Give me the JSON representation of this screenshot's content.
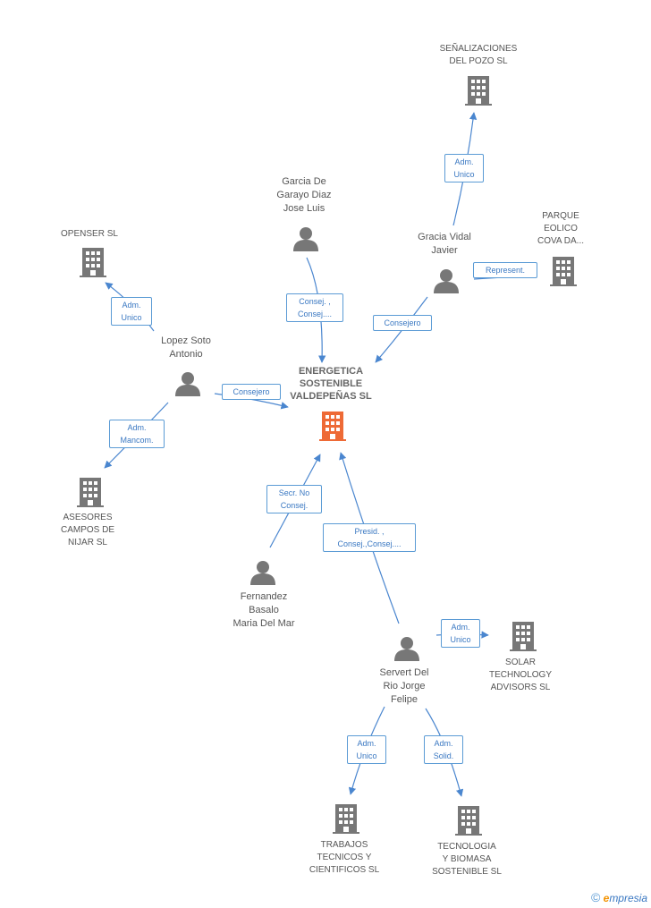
{
  "nodes": {
    "center": "ENERGETICA\nSOSTENIBLE\nVALDEPEÑAS SL",
    "senalizaciones": "SEÑALIZACIONES\nDEL POZO SL",
    "garcia_garayo": "Garcia De\nGarayo Diaz\nJose Luis",
    "gracia_vidal": "Gracia Vidal\nJavier",
    "parque_eolico": "PARQUE\nEOLICO\nCOVA DA...",
    "openser": "OPENSER SL",
    "lopez_soto": "Lopez Soto\nAntonio",
    "asesores": "ASESORES\nCAMPOS DE\nNIJAR SL",
    "fernandez": "Fernandez\nBasalo\nMaria Del Mar",
    "servert": "Servert Del\nRio Jorge\nFelipe",
    "solar": "SOLAR\nTECHNOLOGY\nADVISORS SL",
    "trabajos": "TRABAJOS\nTECNICOS Y\nCIENTIFICOS SL",
    "tecnologia": "TECNOLOGIA\nY BIOMASA\nSOSTENIBLE SL"
  },
  "edges": {
    "adm_unico_senal": "Adm.\nUnico",
    "represent": "Represent.",
    "consej_garayo": "Consej. ,\nConsej....",
    "consejero_gracia": "Consejero",
    "adm_unico_openser": "Adm.\nUnico",
    "consejero_lopez": "Consejero",
    "adm_mancom": "Adm.\nMancom.",
    "secr_no_consej": "Secr.  No\nConsej.",
    "presid": "Presid. ,\nConsej.,Consej....",
    "adm_unico_solar": "Adm.\nUnico",
    "adm_unico_trabajos": "Adm.\nUnico",
    "adm_solid": "Adm.\nSolid."
  },
  "footer": {
    "copyright": "©",
    "brand_e": "e",
    "brand_rest": "mpresia"
  },
  "colors": {
    "edge": "#4a86cf",
    "company": "#777777",
    "center": "#ee6a36",
    "person": "#777777"
  }
}
